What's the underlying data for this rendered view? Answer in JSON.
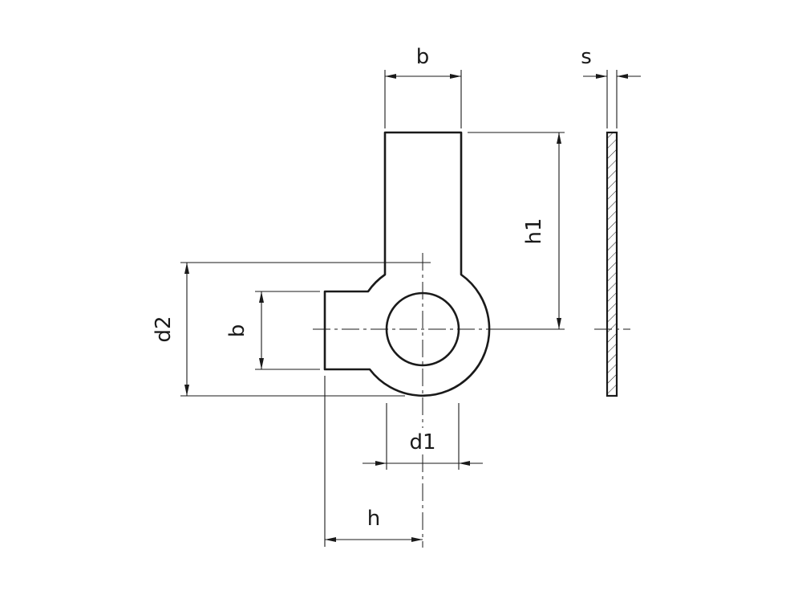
{
  "drawing": {
    "background": "#ffffff",
    "line_color": "#1a1a1a",
    "labels": {
      "b_top": "b",
      "s": "s",
      "h1": "h1",
      "d2": "d2",
      "b_left": "b",
      "d1": "d1",
      "h": "h"
    }
  }
}
